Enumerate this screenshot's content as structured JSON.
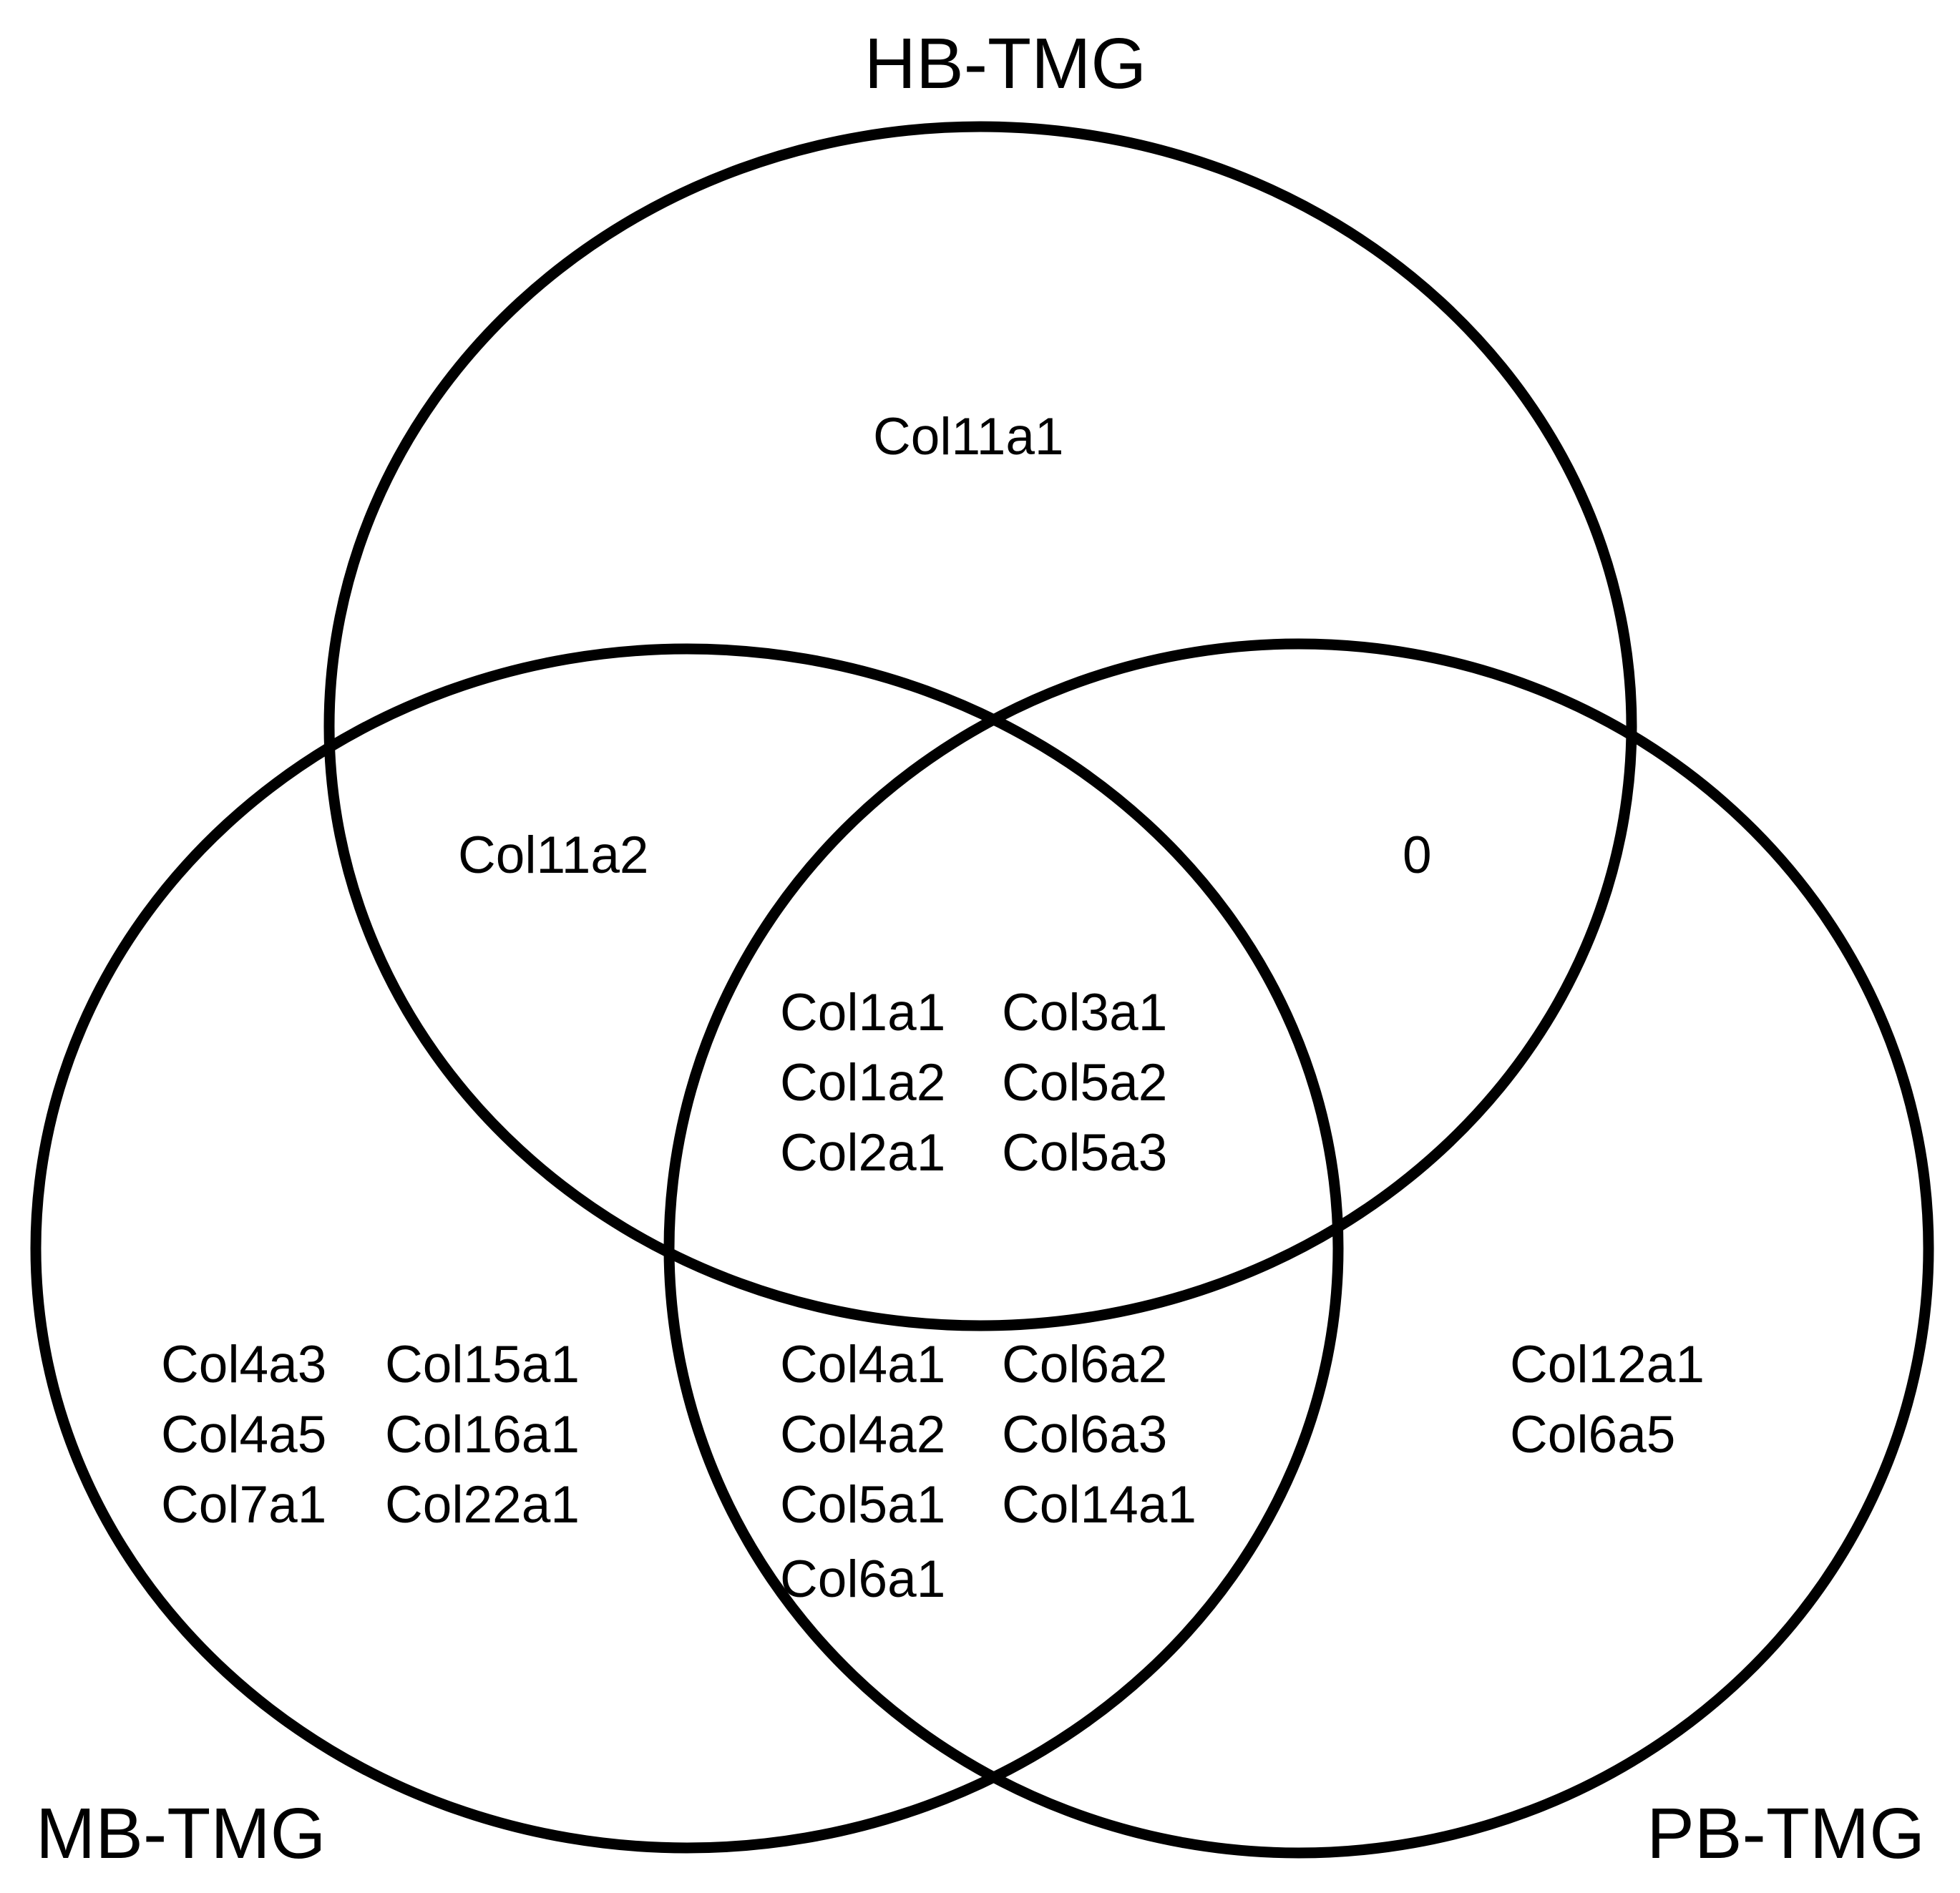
{
  "sets": {
    "hb": "HB-TMG",
    "mb": "MB-TMG",
    "pb": "PB-TMG"
  },
  "regions": {
    "hb_only": [
      "Col11a1"
    ],
    "hb_mb": [
      "Col11a2"
    ],
    "hb_pb": [
      "0"
    ],
    "all_three": [
      "Col1a1",
      "Col3a1",
      "Col1a2",
      "Col5a2",
      "Col2a1",
      "Col5a3"
    ],
    "mb_only": [
      "Col4a3",
      "Col15a1",
      "Col4a5",
      "Col16a1",
      "Col7a1",
      "Col22a1"
    ],
    "mb_pb": [
      "Col4a1",
      "Col6a2",
      "Col4a2",
      "Col6a3",
      "Col5a1",
      "Col14a1",
      "Col6a1"
    ],
    "pb_only": [
      "Col12a1",
      "Col6a5"
    ]
  },
  "colors": {
    "stroke": "#000000",
    "background": "#ffffff"
  }
}
